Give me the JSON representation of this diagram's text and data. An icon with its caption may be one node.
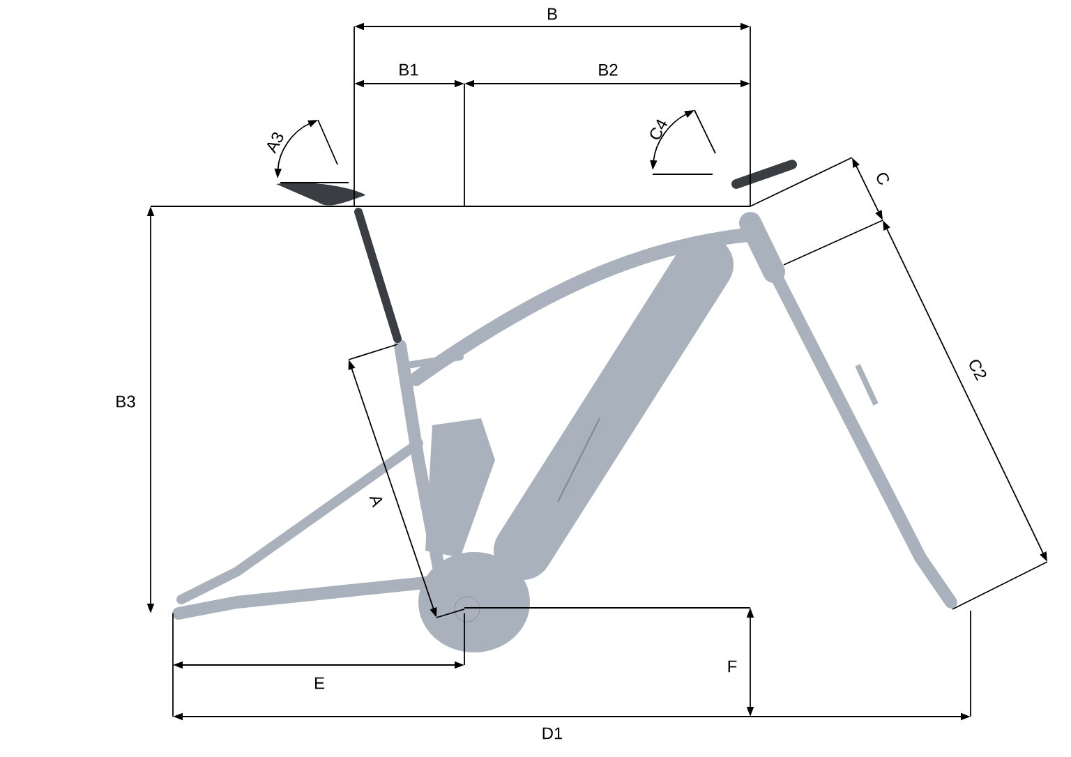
{
  "diagram": {
    "labels": [
      "B",
      "B1",
      "B2",
      "A3",
      "C4",
      "C",
      "B3",
      "C2",
      "A",
      "E",
      "F",
      "D1"
    ]
  }
}
